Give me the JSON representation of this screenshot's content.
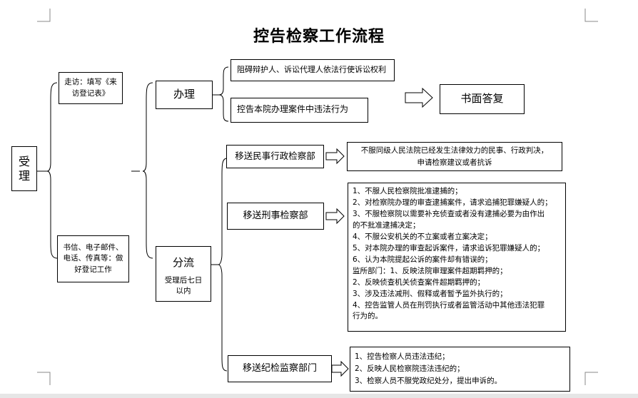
{
  "title": "控告检察工作流程",
  "accept": "受理",
  "visit": "走访：填写《来访登记表》",
  "mail": "书信、电子邮件、电话、传真等：做好登记工作",
  "handle": "办理",
  "handle_items": [
    "阻碍辩护人、诉讼代理人依法行使诉讼权利",
    "控告本院办理案件中违法行为"
  ],
  "reply": "书面答复",
  "divert": {
    "label": "分流",
    "note": "受理后七日以内"
  },
  "civil": {
    "label": "移送民事行政检察部",
    "detail": [
      "不服同级人民法院已经发生法律效力的民事、行政判决，",
      "申请检察建议或者抗诉"
    ]
  },
  "criminal": {
    "label": "移送刑事检察部",
    "detail": [
      "1、不服人民检察院批准逮捕的；",
      "2、对检察院办理的审查逮捕案件，请求追捕犯罪嫌疑人的；",
      "3、不服检察院以需要补充侦查或者没有逮捕必要为由作出",
      "的不批准逮捕决定；",
      "4、不服公安机关的不立案或者立案决定；",
      "5、对本院办理的审查起诉案件，请求追诉犯罪嫌疑人的；",
      "6、认为本院提起公诉的案件却有错误的；",
      "监所部门：1、反映法院审理案件超期羁押的；",
      "2、反映侦查机关侦查案件超期羁押的；",
      "3、涉及违法减刑、假释或者暂予监外执行的；",
      "4、控告监管人员在刑罚执行或者监管活动中其他违法犯罪",
      "行为的。"
    ]
  },
  "discipline": {
    "label": "移送纪检监察部门",
    "detail": [
      "1、控告检察人员违法违纪；",
      "2、反映人民检察院违法违纪的；",
      "3、检察人员不服党政纪处分，提出申诉的。"
    ]
  }
}
